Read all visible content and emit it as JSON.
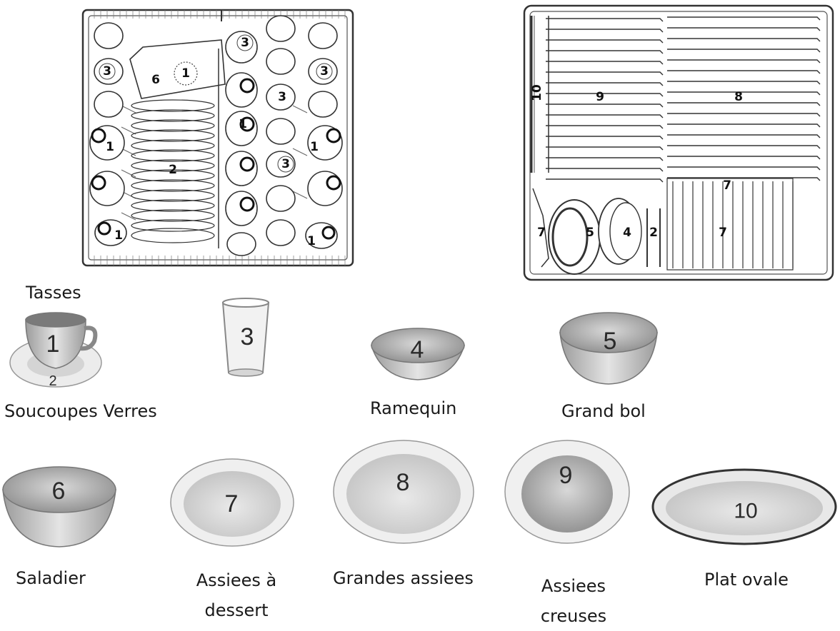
{
  "top_rack": {
    "labels": [
      "3",
      "3",
      "3",
      "3",
      "6",
      "1",
      "1",
      "1",
      "1",
      "2",
      "3",
      "1",
      "1"
    ]
  },
  "bottom_rack": {
    "labels": [
      "10",
      "9",
      "8",
      "7",
      "7",
      "5",
      "4",
      "2",
      "7"
    ]
  },
  "items": [
    {
      "num": "1",
      "sub": "2",
      "label": "Tasses"
    },
    {
      "num": "3"
    },
    {
      "num": "4",
      "label": "Ramequin"
    },
    {
      "num": "5",
      "label": "Grand bol"
    },
    {
      "num": "6",
      "label": "Saladier"
    },
    {
      "num": "7",
      "label": "Assiees à dessert"
    },
    {
      "num": "8",
      "label": "Grandes assiees"
    },
    {
      "num": "9",
      "label": "Assiees creuses"
    },
    {
      "num": "10",
      "label": "Plat ovale"
    }
  ],
  "extra_labels": {
    "saucers_glasses": "Soucoupes  Verres"
  },
  "colors": {
    "line": "#333333",
    "dish_dark": "#9a9a9a",
    "dish_mid": "#c4c4c4",
    "dish_light": "#e6e6e6"
  }
}
